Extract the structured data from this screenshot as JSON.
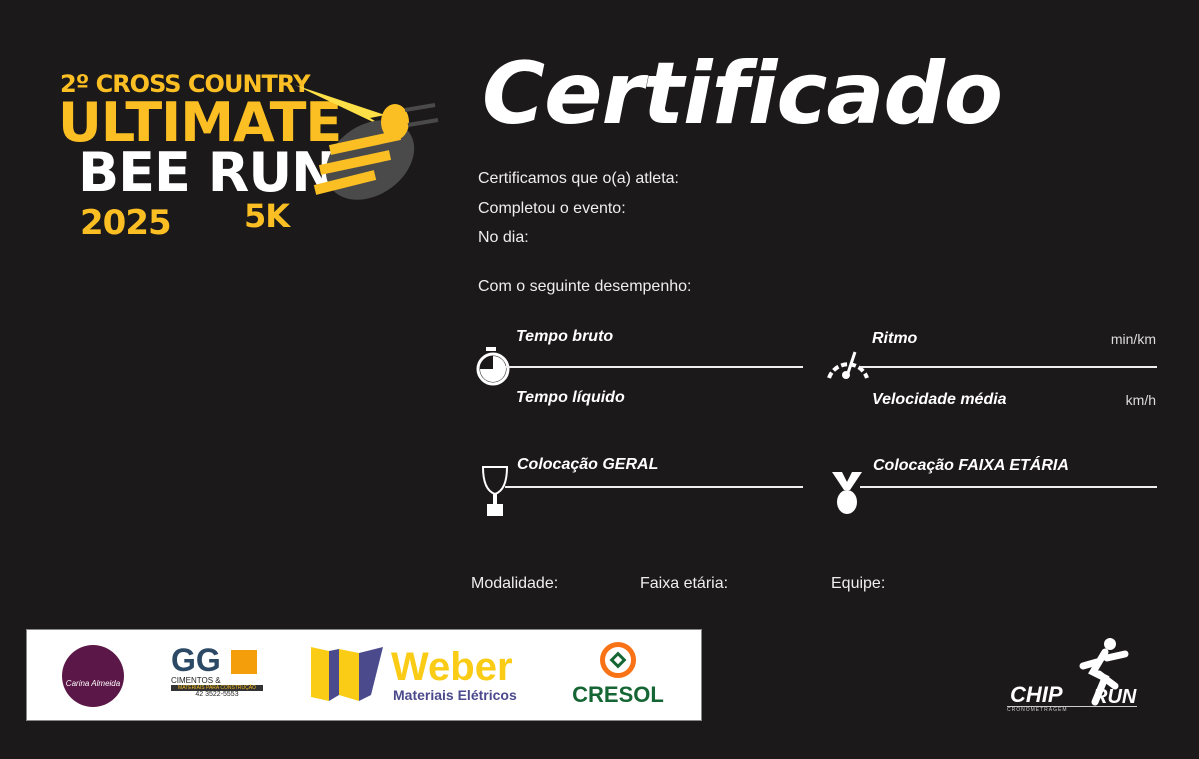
{
  "logo": {
    "line1": "2º CROSS COUNTRY",
    "line2": "ULTIMATE",
    "line3": "BEE RUN",
    "year": "2025",
    "distance": "5K"
  },
  "title": "Certificado",
  "info": [
    "Certificamos que o(a) atleta:",
    "Completou o evento:",
    "No dia:"
  ],
  "performance_intro": "Com o seguinte desempenho:",
  "fields": {
    "tempo_bruto": "Tempo bruto",
    "tempo_liquido": "Tempo líquido",
    "ritmo": "Ritmo",
    "ritmo_unit": "min/km",
    "velocidade": "Velocidade média",
    "velocidade_unit": "km/h",
    "geral": "Colocação GERAL",
    "faixa": "Colocação FAIXA ETÁRIA"
  },
  "bottom": {
    "modalidade": "Modalidade:",
    "faixa_etaria": "Faixa etária:",
    "equipe": "Equipe:"
  },
  "sponsors": {
    "carina": "Carina Almeida",
    "gg": "GG",
    "gg_sub": "CIMENTOS &",
    "gg_band": "MATERIAIS PARA CONSTRUÇÃO",
    "gg_phone": "42 3522-5553",
    "weber": "Weber",
    "weber_sub": "Materiais Elétricos",
    "cresol": "CRESOL"
  },
  "chiprun": {
    "chip": "CHIP",
    "run": "RUN",
    "sub": "CRONOMETRAGEM"
  }
}
